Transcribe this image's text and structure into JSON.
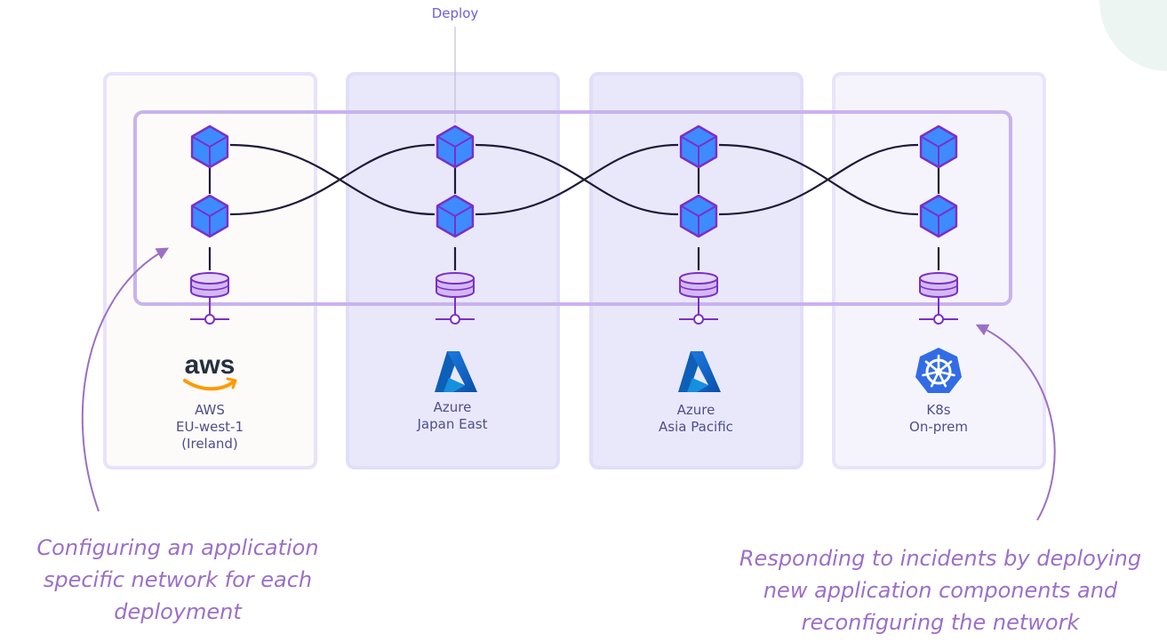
{
  "deploy_label": "Deploy",
  "logos": {
    "aws": "aws",
    "azure_1": "azure-logo",
    "azure_2": "azure-logo",
    "k8s": "kubernetes-logo"
  },
  "panels": [
    {
      "id": "aws",
      "lines": [
        "AWS",
        "EU-west-1",
        "(Ireland)"
      ]
    },
    {
      "id": "azure-japan-east",
      "lines": [
        "Azure",
        "Japan East"
      ]
    },
    {
      "id": "azure-asia-pacific",
      "lines": [
        "Azure",
        "Asia Pacific"
      ]
    },
    {
      "id": "k8s-on-prem",
      "lines": [
        "K8s",
        "On-prem"
      ]
    }
  ],
  "annotations": {
    "left": [
      "Configuring an application",
      "specific network for each",
      "deployment"
    ],
    "right": [
      "Responding to incidents by deploying",
      "new application components and",
      "reconfiguring the network"
    ]
  },
  "colors": {
    "node_fill": "#3d8bfd",
    "node_stroke": "#7b2fc9",
    "link": "#1e1b3a",
    "network_border": "#c9b2ef",
    "annotation": "#9c6fc6",
    "azure_panel": "#e9e8fb",
    "aws_panel": "#fdfbfa",
    "k8s_panel": "#f5f4fd"
  }
}
